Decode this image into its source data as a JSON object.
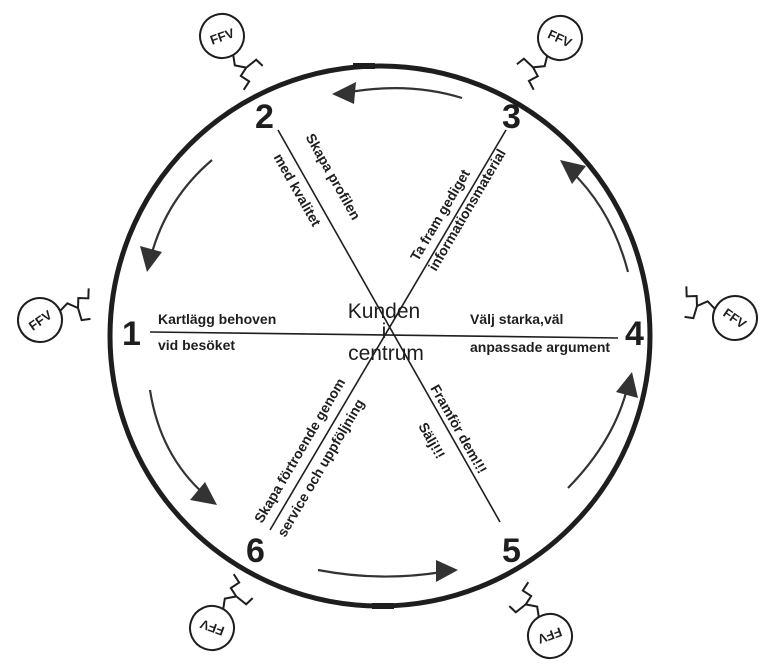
{
  "center": {
    "line1": "Kunden",
    "line2": "i",
    "line3": "centrum"
  },
  "steps": [
    {
      "number": "1",
      "line1": "Kartlägg behoven",
      "line2": "vid besöket"
    },
    {
      "number": "2",
      "line1": "Skapa profilen",
      "line2": "med kvalitet"
    },
    {
      "number": "3",
      "line1": "Ta fram gediget",
      "line2": "informationsmaterial"
    },
    {
      "number": "4",
      "line1": "Välj starka,väl",
      "line2": "anpassade argument"
    },
    {
      "number": "5",
      "line1": "Framför dem!!!",
      "line2": "Sälj!!!"
    },
    {
      "number": "6",
      "line1": "Skapa förtroende genom",
      "line2": "service och uppföljning"
    }
  ],
  "mascot_label": "FFV",
  "colors": {
    "ink": "#1e1e1e",
    "arrow": "#333333",
    "background": "#ffffff"
  }
}
